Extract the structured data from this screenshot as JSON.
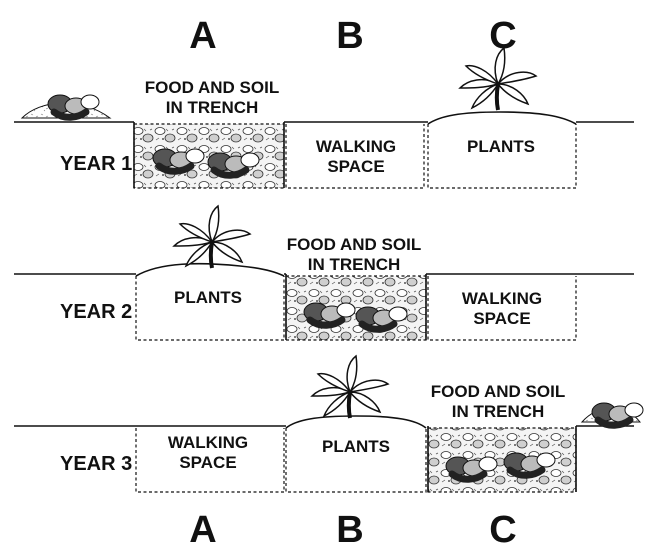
{
  "columns": [
    "A",
    "B",
    "C"
  ],
  "rows": [
    {
      "year": "YEAR 1",
      "trench": "FOOD AND SOIL\nIN TRENCH",
      "walk": "WALKING\nSPACE",
      "plants": "PLANTS"
    },
    {
      "year": "YEAR 2",
      "trench": "FOOD AND SOIL\nIN TRENCH",
      "walk": "WALKING\nSPACE",
      "plants": "PLANTS"
    },
    {
      "year": "YEAR 3",
      "trench": "FOOD AND SOIL\nIN TRENCH",
      "walk": "WALKING\nSPACE",
      "plants": "PLANTS"
    }
  ]
}
